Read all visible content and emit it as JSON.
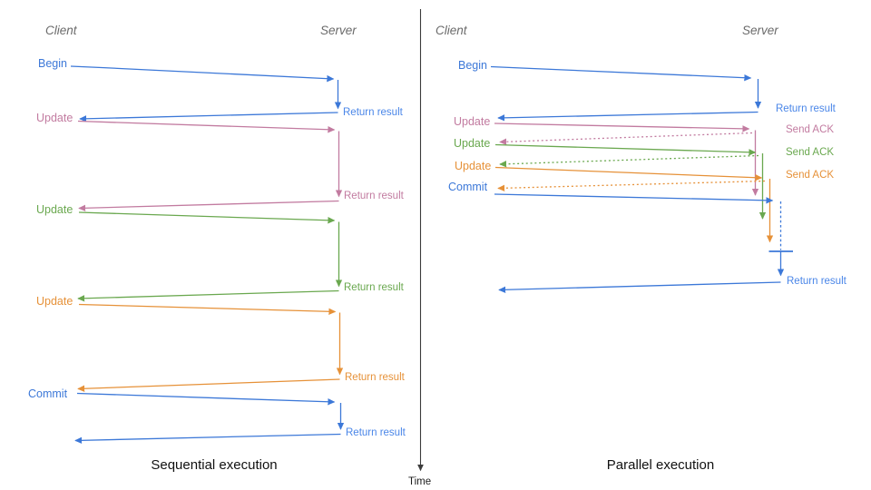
{
  "palette": {
    "blue": "#3c78d8",
    "blue_light": "#4a86e8",
    "pink": "#c27ba0",
    "green": "#6aa84f",
    "orange": "#e69138",
    "axis_gray": "#3c3c3c",
    "header_gray": "#6a6a6a",
    "caption_black": "#111111"
  },
  "time_axis": {
    "label": "Time"
  },
  "sequential": {
    "caption": "Sequential execution",
    "client_header": "Client",
    "server_header": "Server",
    "messages": [
      {
        "label": "Begin",
        "color": "#3c78d8",
        "response": "Return result"
      },
      {
        "label": "Update",
        "color": "#c27ba0",
        "response": "Return result"
      },
      {
        "label": "Update",
        "color": "#6aa84f",
        "response": "Return result"
      },
      {
        "label": "Update",
        "color": "#e69138",
        "response": "Return result"
      },
      {
        "label": "Commit",
        "color": "#3c78d8",
        "response": "Return result"
      }
    ]
  },
  "parallel": {
    "caption": "Parallel execution",
    "client_header": "Client",
    "server_header": "Server",
    "messages": [
      {
        "label": "Begin",
        "color": "#3c78d8",
        "response": "Return result"
      },
      {
        "label": "Update",
        "color": "#c27ba0",
        "response": "Send ACK"
      },
      {
        "label": "Update",
        "color": "#6aa84f",
        "response": "Send ACK"
      },
      {
        "label": "Update",
        "color": "#e69138",
        "response": "Send ACK"
      },
      {
        "label": "Commit",
        "color": "#3c78d8",
        "response": "Return result"
      }
    ]
  }
}
